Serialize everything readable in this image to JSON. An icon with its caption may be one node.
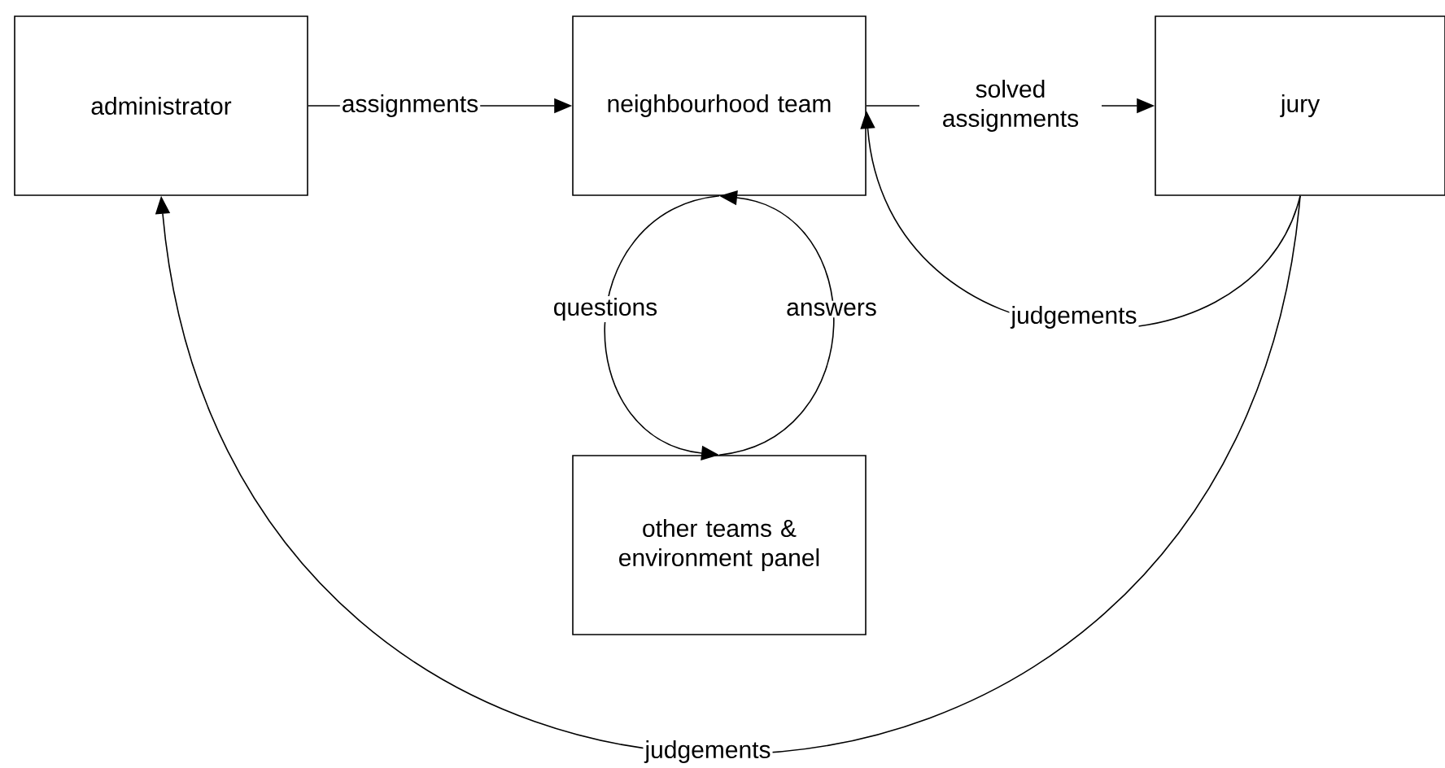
{
  "diagram": {
    "nodes": [
      {
        "text": [
          "administrator"
        ]
      },
      {
        "text": [
          "neighbourhood team"
        ]
      },
      {
        "text": [
          "jury"
        ]
      },
      {
        "text": [
          "other teams & environment panel"
        ]
      }
    ],
    "edges": [
      {
        "from": 0,
        "to": 1,
        "arrow": "to",
        "label": "assignments"
      },
      {
        "from": 1,
        "to": 2,
        "arrow": "to",
        "label": "solved assignments"
      },
      {
        "from": 2,
        "to": 1,
        "arrow": "to",
        "label": "judgements"
      },
      {
        "from": 1,
        "to": 3,
        "arrow": "to",
        "label": "questions"
      },
      {
        "from": 3,
        "to": 1,
        "arrow": "to",
        "label": "answers"
      },
      {
        "from": 2,
        "to": 0,
        "arrow": "to",
        "label": "judgements"
      }
    ]
  }
}
